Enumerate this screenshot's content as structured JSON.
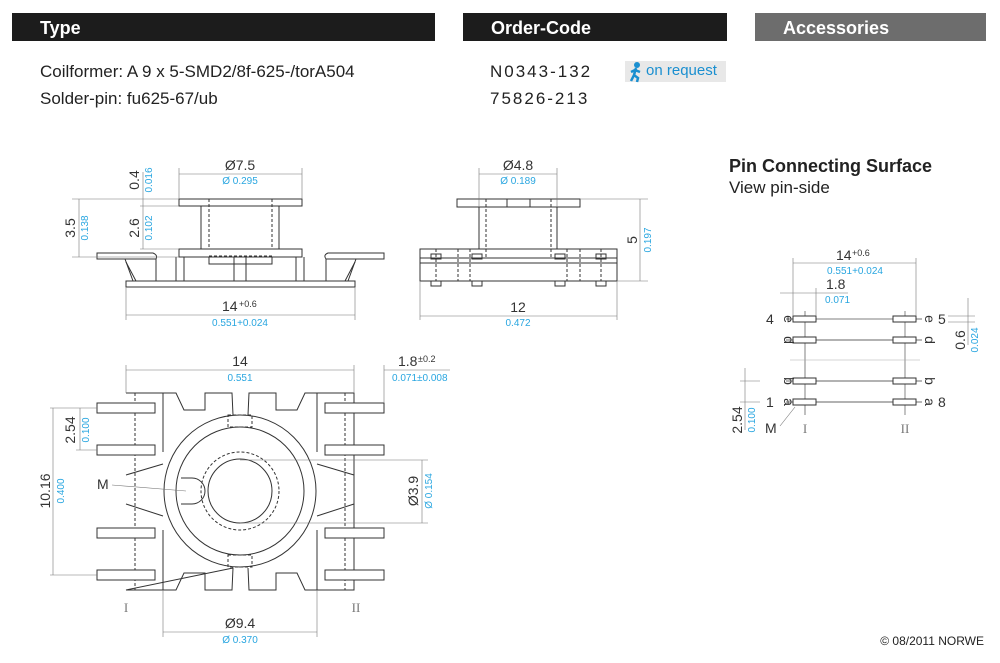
{
  "headers": {
    "type": "Type",
    "order_code": "Order-Code",
    "accessories": "Accessories"
  },
  "type": {
    "coilformer": "Coilformer: A 9 x 5-SMD2/8f-625-/torA504",
    "solder_pin": "Solder-pin: fu625-67/ub"
  },
  "order": {
    "coilformer_code": "N0343-132",
    "solder_pin_code": "75826-213",
    "badge": "on request"
  },
  "colors": {
    "header": "#1c1c1c",
    "accessories": "#6d6d6d",
    "accent": "#29a6e0"
  },
  "front_view": {
    "dia": "Ø7.5",
    "dia_in": "Ø 0.295",
    "h_total": "3.5",
    "h_total_in": "0.138",
    "flange": "0.4",
    "flange_in": "0.016",
    "winding": "2.6",
    "winding_in": "0.102",
    "width": "14",
    "width_tol": "+0.6",
    "width_in": "0.551+0.024"
  },
  "side_view": {
    "dia": "Ø4.8",
    "dia_in": "Ø 0.189",
    "height": "5",
    "height_in": "0.197",
    "width": "12",
    "width_in": "0.472"
  },
  "bottom_view": {
    "width": "14",
    "width_in": "0.551",
    "pin_len": "1.8",
    "pin_len_tol": "±0.2",
    "pin_len_in": "0.071±0.008",
    "pitch": "2.54",
    "pitch_in": "0.100",
    "span": "10.16",
    "span_in": "0.400",
    "hole": "Ø3.9",
    "hole_in": "Ø 0.154",
    "outer": "Ø9.4",
    "outer_in": "Ø 0.370",
    "marker": "M",
    "side1": "I",
    "side2": "II"
  },
  "pin_surface": {
    "title": "Pin Connecting Surface",
    "subtitle": "View pin-side",
    "width": "14",
    "width_tol": "+0.6",
    "width_in": "0.551+0.024",
    "pin_len": "1.8",
    "pin_len_in": "0.071",
    "pin_w": "0.6",
    "pin_w_in": "0.024",
    "pitch": "2.54",
    "pitch_in": "0.100",
    "pin1": "1",
    "pin4": "4",
    "pin5": "5",
    "pin8": "8",
    "row_a": "a",
    "row_b": "b",
    "row_d": "d",
    "row_e": "e",
    "marker": "M",
    "side1": "I",
    "side2": "II"
  },
  "footer": "© 08/2011 NORWE"
}
